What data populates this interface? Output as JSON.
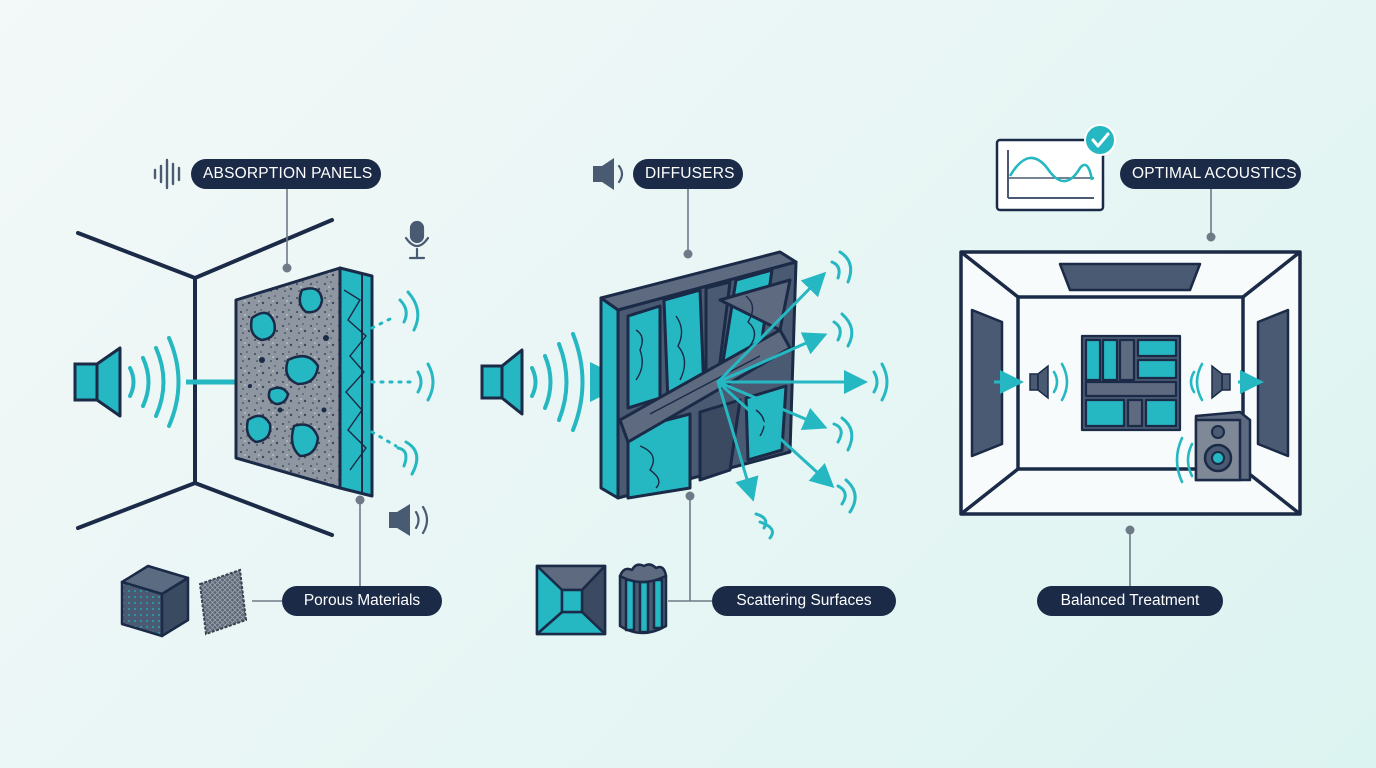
{
  "panels": {
    "absorption": {
      "title": "ABSORPTION PANELS",
      "material_label": "Porous Materials"
    },
    "diffusers": {
      "title": "DIFFUSERS",
      "surface_label": "Scattering Surfaces"
    },
    "optimal": {
      "title": "OPTIMAL ACOUSTICS",
      "treatment_label": "Balanced Treatment"
    }
  },
  "colors": {
    "navy": "#1a2a47",
    "teal": "#25b8c2",
    "slate": "#4a5a72",
    "gray": "#7f8896",
    "line": "#6f7a88"
  },
  "icons": [
    "waveform-icon",
    "microphone-icon",
    "speaker-icon",
    "sound-wave-icon",
    "frequency-graph-icon",
    "check-badge-icon",
    "studio-monitor-icon",
    "foam-cube-icon",
    "fabric-swatch-icon",
    "pyramid-diffuser-icon",
    "cylinder-diffuser-icon"
  ]
}
